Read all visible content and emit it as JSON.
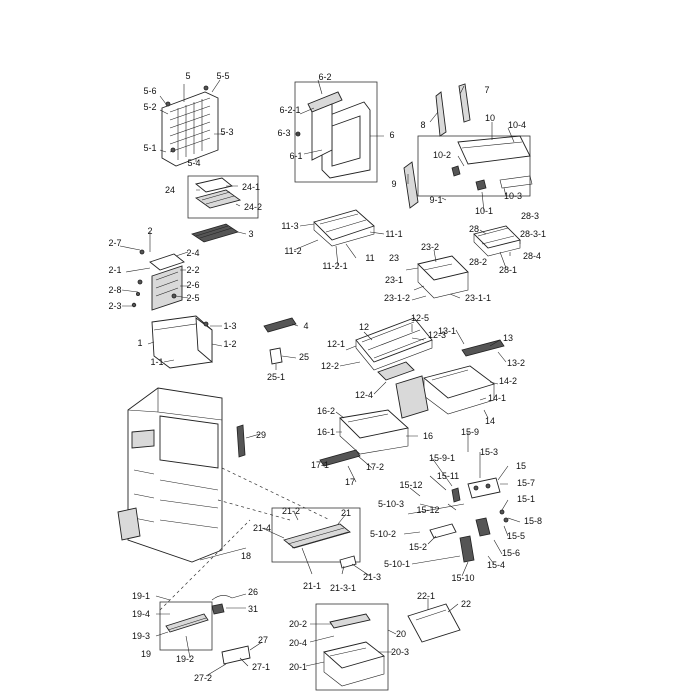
{
  "diagram": {
    "labels": {
      "l5": "5",
      "l5_5": "5-5",
      "l5_6": "5-6",
      "l5_2": "5-2",
      "l5_3": "5-3",
      "l5_1": "5-1",
      "l5_4": "5-4",
      "l6_2": "6-2",
      "l6_2_1": "6-2-1",
      "l6_3": "6-3",
      "l6": "6",
      "l6_1": "6-1",
      "l7": "7",
      "l8": "8",
      "l10": "10",
      "l10_4": "10-4",
      "l10_2": "10-2",
      "l9": "9",
      "l9_1": "9-1",
      "l10_1": "10-1",
      "l10_3": "10-3",
      "l24": "24",
      "l24_1": "24-1",
      "l24_2": "24-2",
      "l3": "3",
      "l11_3": "11-3",
      "l11_1": "11-1",
      "l11_2": "11-2",
      "l11": "11",
      "l11_2_1": "11-2-1",
      "l28": "28",
      "l28_3": "28-3",
      "l28_3_1": "28-3-1",
      "l28_4": "28-4",
      "l28_2": "28-2",
      "l28_1": "28-1",
      "l23": "23",
      "l23_2": "23-2",
      "l23_1": "23-1",
      "l23_1_2": "23-1-2",
      "l23_1_1": "23-1-1",
      "l2": "2",
      "l2_7": "2-7",
      "l2_4": "2-4",
      "l2_1": "2-1",
      "l2_2": "2-2",
      "l2_6": "2-6",
      "l2_8": "2-8",
      "l2_5": "2-5",
      "l2_3": "2-3",
      "l1_3": "1-3",
      "l1": "1",
      "l1_2": "1-2",
      "l1_1": "1-1",
      "l4": "4",
      "l25": "25",
      "l25_1": "25-1",
      "l12": "12",
      "l12_5": "12-5",
      "l12_1": "12-1",
      "l12_3": "12-3",
      "l12_2": "12-2",
      "l12_4": "12-4",
      "l13_1": "13-1",
      "l13": "13",
      "l13_2": "13-2",
      "l14_2": "14-2",
      "l14_1": "14-1",
      "l14": "14",
      "l16_2": "16-2",
      "l16_1": "16-1",
      "l16": "16",
      "l17_1": "17-1",
      "l17_2": "17-2",
      "l17": "17",
      "l29": "29",
      "l15_9": "15-9",
      "l15_3": "15-3",
      "l15_9_1": "15-9-1",
      "l15": "15",
      "l15_11": "15-11",
      "l15_7": "15-7",
      "l15_12a": "15-12",
      "l15_12b": "15-12",
      "l15_1": "15-1",
      "l5_10_3": "5-10-3",
      "l15_8": "15-8",
      "l15_5": "15-5",
      "l5_10_2": "5-10-2",
      "l15_2": "15-2",
      "l15_6": "15-6",
      "l5_10_1": "5-10-1",
      "l15_10": "15-10",
      "l15_4": "15-4",
      "l21_2": "21-2",
      "l21": "21",
      "l21_4": "21-4",
      "l18": "18",
      "l21_1": "21-1",
      "l21_3_1": "21-3-1",
      "l21_3": "21-3",
      "l19_1": "19-1",
      "l19_4": "19-4",
      "l19_3": "19-3",
      "l19": "19",
      "l19_2": "19-2",
      "l26": "26",
      "l31": "31",
      "l27": "27",
      "l27_1": "27-1",
      "l27_2": "27-2",
      "l22_1": "22-1",
      "l22": "22",
      "l20_2": "20-2",
      "l20_4": "20-4",
      "l20": "20",
      "l20_3": "20-3",
      "l20_1": "20-1"
    }
  }
}
